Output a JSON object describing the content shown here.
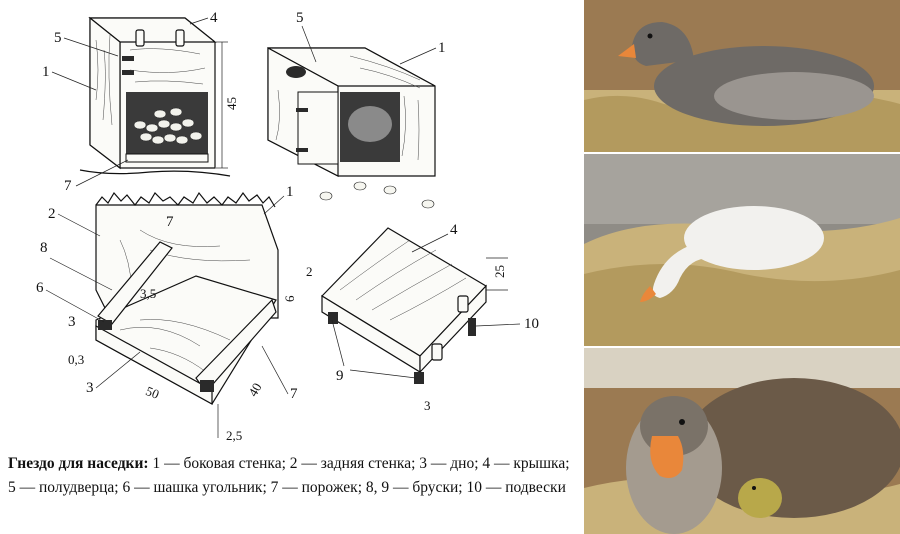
{
  "caption": {
    "title": "Гнездо для наседки:",
    "text": "1 — боковая стенка; 2 — задняя стенка; 3 — дно; 4 — крышка; 5 — полудверца; 6 — шашка угольник; 7 — порожек; 8, 9 — бруски; 10 — подвески"
  },
  "labels": {
    "box1": [
      "4",
      "5",
      "1",
      "7"
    ],
    "box1_height": "45",
    "box2": [
      "5",
      "1"
    ],
    "tray": [
      "2",
      "1",
      "7",
      "8",
      "6",
      "3",
      "3,5",
      "0,3",
      "3",
      "50",
      "40",
      "7",
      "2,5",
      "6"
    ],
    "lid": [
      "4",
      "2",
      "25",
      "10",
      "9",
      "3"
    ]
  },
  "photos": [
    {
      "subject": "grey goose sitting on straw nest"
    },
    {
      "subject": "white goose on hay nest"
    },
    {
      "subject": "grey goose with gosling"
    }
  ],
  "colors": {
    "straw": "#c9b27a",
    "grey_goose": "#6e6a66",
    "white_goose": "#f2f1ee",
    "beak": "#e9873a",
    "wood_wall": "#9b7a52"
  }
}
